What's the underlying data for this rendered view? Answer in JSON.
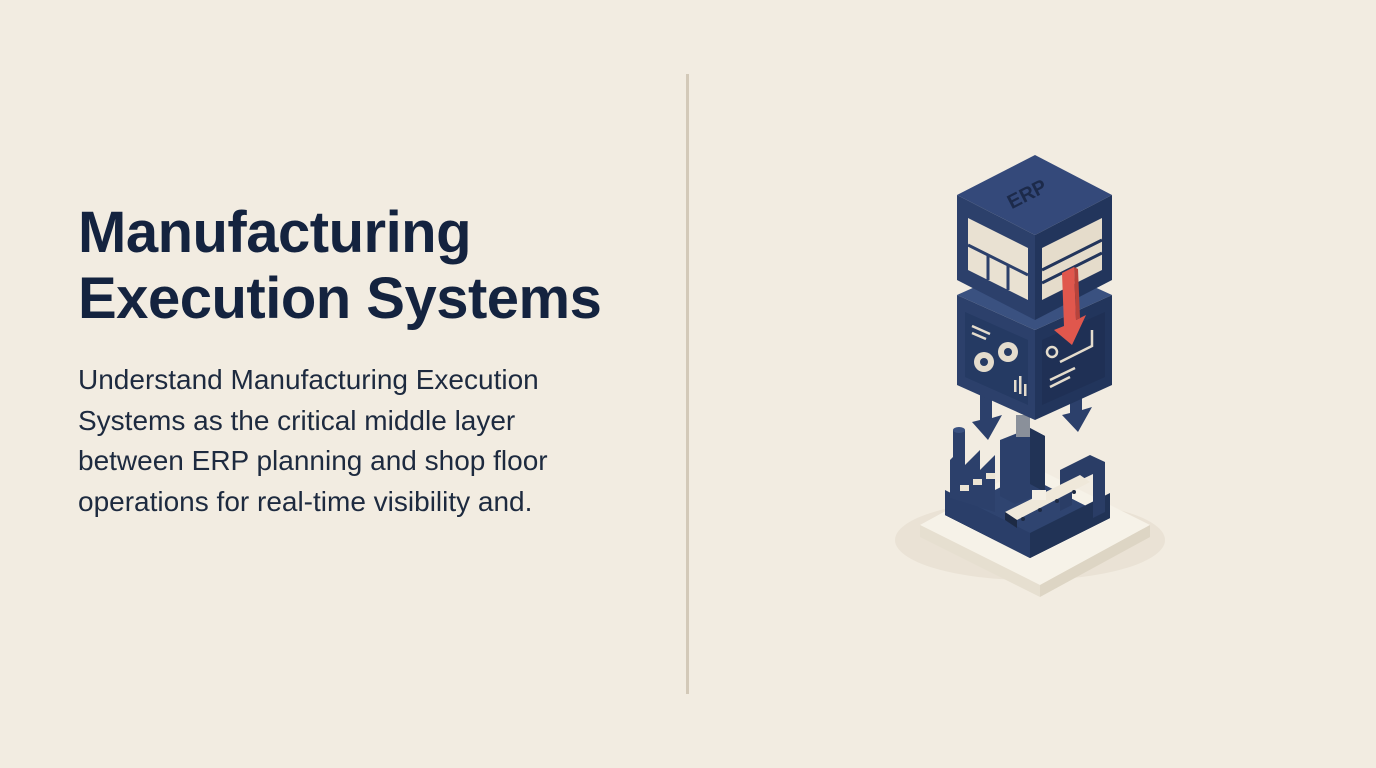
{
  "slide": {
    "title_line1": "Manufacturing",
    "title_line2": "Execution Systems",
    "subtitle_lines": [
      "Understand Manufacturing Execution",
      "Systems as the critical middle layer",
      "between ERP planning and shop floor",
      "operations for real-time visibility and."
    ]
  },
  "illustration": {
    "top_block_label": "ERP",
    "icons": [
      "erp-cube-icon",
      "mes-cube-icon",
      "gear-icon",
      "down-arrow-icon",
      "factory-icon",
      "conveyor-belt-icon"
    ],
    "colors": {
      "navy": "#2c3f66",
      "navy_dark": "#1f2e4f",
      "navy_light": "#3a5180",
      "arrow_red": "#e0574d",
      "panel_cream": "#e9e1d2",
      "base_cream": "#f4efe4",
      "background": "#f2ece1",
      "divider": "#d3c9b8",
      "text": "#14233f"
    }
  }
}
